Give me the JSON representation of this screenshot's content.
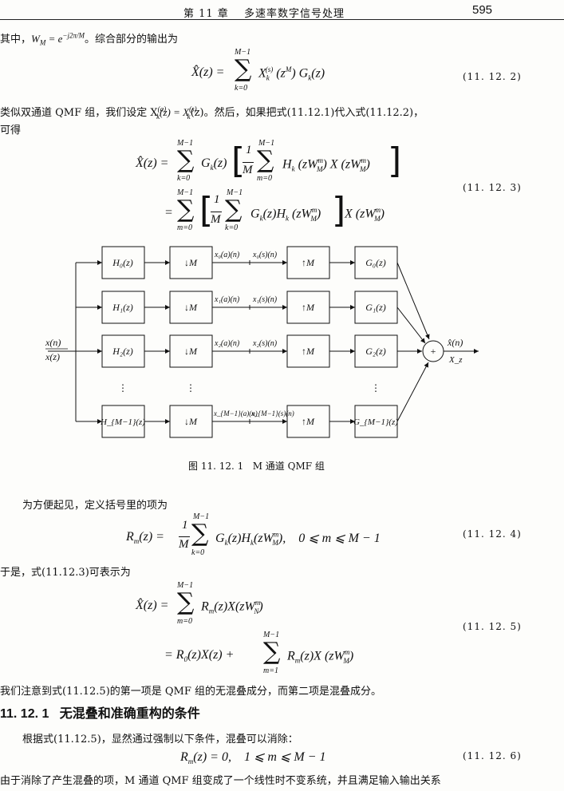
{
  "header": {
    "chapter": "第 11 章　 多速率数字信号处理",
    "page_number": "595"
  },
  "paragraphs": {
    "p1_prefix": "其中，",
    "p1_wm": "W",
    "p1_wm_sub": "M",
    "p1_eq": " = e",
    "p1_exp": "−j2π/M",
    "p1_suffix": "。综合部分的输出为",
    "p2_line1": "类似双通道 QMF 组，我们设定 X",
    "p2_line1_tail": "(z) = X",
    "p2_line1_end": "(z)。然后，如果把式(11.12.1)代入式(11.12.2)，",
    "p2_line2": "可得",
    "p3": "为方便起见，定义括号里的项为",
    "p4": "于是，式(11.12.3)可表示为",
    "p5": "我们注意到式(11.12.5)的第一项是 QMF 组的无混叠成分，而第二项是混叠成分。",
    "p6": "根据式(11.12.5)，显然通过强制以下条件，混叠可以消除：",
    "p7": "由于消除了产生混叠的项，M 通道 QMF 组变成了一个线性时不变系统，并且满足输入输出关系"
  },
  "section": {
    "number": "11. 12. 1",
    "title": "无混叠和准确重构的条件"
  },
  "equations": {
    "eq2": "(11. 12. 2)",
    "eq3": "(11. 12. 3)",
    "eq4": "(11. 12. 4)",
    "eq5": "(11. 12. 5)",
    "eq6": "(11. 12. 6)"
  },
  "diagram": {
    "input_top": "x(n)",
    "input_bottom": "x(z)",
    "analysis_filters": [
      "H₀(z)",
      "H₁(z)",
      "H₂(z)",
      "H_{M−1}(z)"
    ],
    "downsamplers": [
      "↓M",
      "↓M",
      "↓M",
      "↓M"
    ],
    "upsamplers": [
      "↑M",
      "↑M",
      "↑M",
      "↑M"
    ],
    "synthesis_filters": [
      "G₀(z)",
      "G₁(z)",
      "G₂(z)",
      "G_{M−1}(z)"
    ],
    "analysis_signals": [
      "x₀(a)(n)",
      "x₁(a)(n)",
      "x₂(a)(n)",
      "x_{M−1}(a)(n)"
    ],
    "synthesis_signals": [
      "x₀(s)(n)",
      "x₁(s)(n)",
      "x₂(s)(n)",
      "x_{M−1}(s)(n)"
    ],
    "adder": "+",
    "output_top": "x̂(n)",
    "output_bottom": "X_z",
    "ellipsis": "⋮"
  },
  "figure": {
    "caption_prefix": "图 11. 12. 1",
    "caption_text": "M 通道 QMF 组"
  }
}
